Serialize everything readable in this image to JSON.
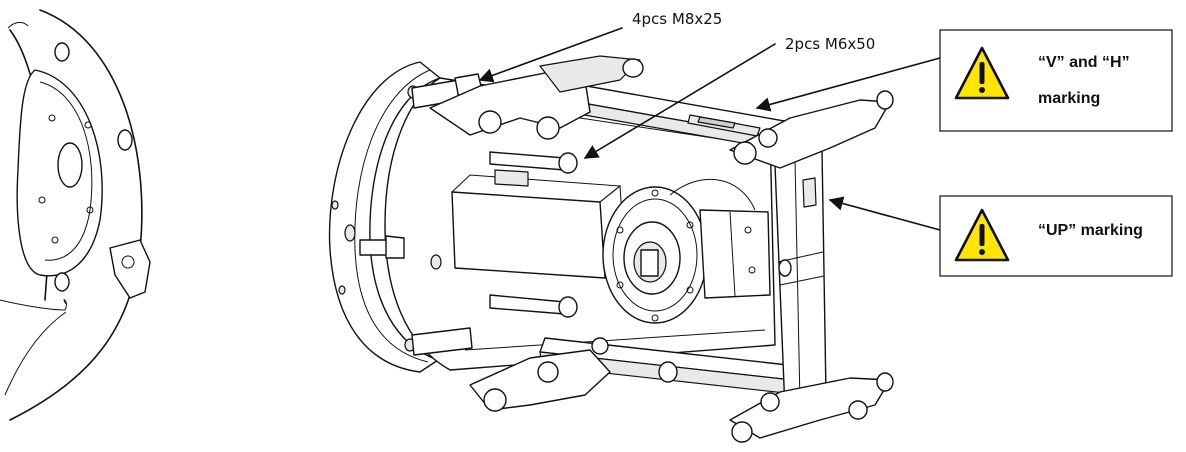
{
  "callouts": {
    "bolts_m8": "4pcs M8x25",
    "bolts_m6": "2pcs M6x50"
  },
  "warning_boxes": [
    {
      "line1": "“V” and “H”",
      "line2": "marking"
    },
    {
      "line1": "“UP” marking"
    }
  ],
  "colors": {
    "warning_fill": "#FFE600",
    "warning_stroke": "#111111",
    "ink": "#111111"
  },
  "icons": [
    "warning-triangle-icon"
  ]
}
